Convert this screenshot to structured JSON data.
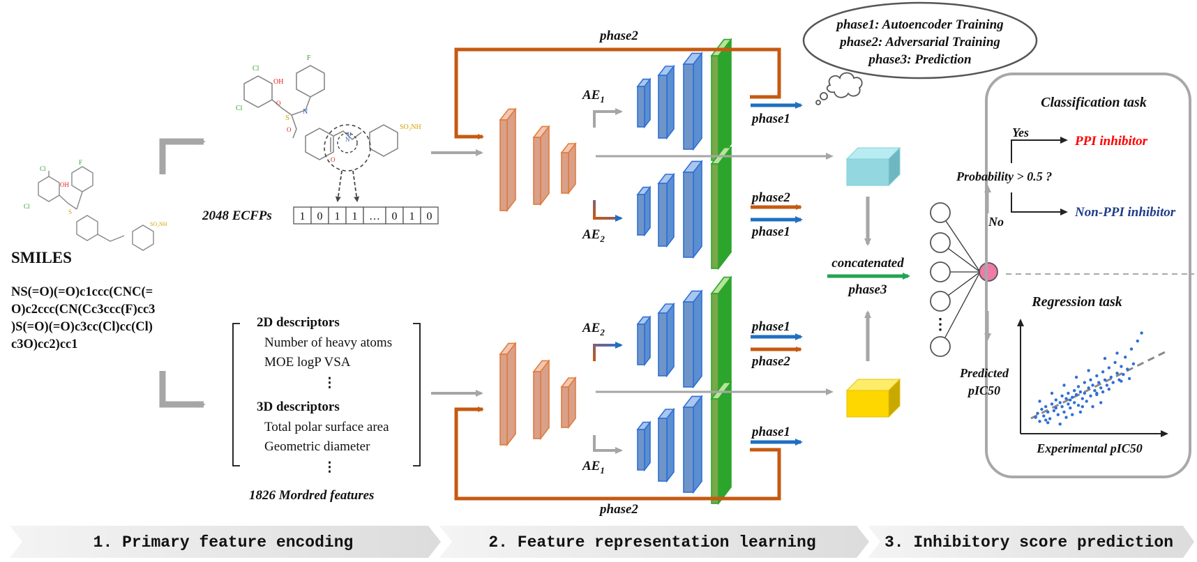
{
  "smiles": {
    "title": "SMILES",
    "lines": [
      "NS(=O)(=O)c1ccc(CNC(=",
      "O)c2ccc(CN(Cc3ccc(F)cc3",
      ")S(=O)(=O)c3cc(Cl)cc(Cl)",
      "c3O)cc2)cc1"
    ]
  },
  "molecule_atoms": {
    "cl": "Cl",
    "oh": "OH",
    "f": "F",
    "s": "S",
    "n": "N",
    "o": "O",
    "h": "H",
    "so2nh": "SO₂NH"
  },
  "ecfp": {
    "label": "2048 ECFPs",
    "bits": [
      "1",
      "0",
      "1",
      "1",
      "…",
      "0",
      "1",
      "0"
    ]
  },
  "descriptors": {
    "h2d": "2D descriptors",
    "items2d": [
      "Number of heavy atoms",
      "MOE logP VSA"
    ],
    "h3d": "3D descriptors",
    "items3d": [
      "Total polar surface area",
      "Geometric diameter"
    ],
    "dots": "⋮",
    "footer": "1826 Mordred features"
  },
  "ae": {
    "ae1": "AE",
    "ae2": "AE",
    "sub1": "1",
    "sub2": "2"
  },
  "phases": {
    "p1": "phase1",
    "p2": "phase2",
    "p3": "phase3"
  },
  "legend": [
    "phase1: Autoencoder Training",
    "phase2: Adversarial Training",
    "phase3: Prediction"
  ],
  "concat_label": "concatenated",
  "classification": {
    "title": "Classification task",
    "question": "Probability > 0.5 ?",
    "yes": "Yes",
    "no": "No",
    "pos": "PPI inhibitor",
    "neg": "Non-PPI inhibitor"
  },
  "regression": {
    "title": "Regression task",
    "predicted": [
      "Predicted",
      "pIC50"
    ],
    "xlabel": "Experimental pIC50",
    "ylabel": ""
  },
  "stages": [
    "1. Primary feature encoding",
    "2. Feature representation learning",
    "3. Inhibitory score prediction"
  ],
  "colors": {
    "orange": "#c55a11",
    "blue_arrow": "#1f6fc0",
    "green_arrow": "#21a550",
    "gray": "#a6a6a6",
    "red_text": "#ff0000",
    "navy_text": "#1f3c88",
    "scatter": "#2f6fd6",
    "node_pink": "#f07aa8"
  },
  "scatter_points": [
    [
      4.0,
      4.2
    ],
    [
      4.1,
      4.5
    ],
    [
      4.2,
      3.9
    ],
    [
      4.3,
      4.8
    ],
    [
      4.4,
      4.3
    ],
    [
      4.5,
      5.0
    ],
    [
      4.6,
      4.6
    ],
    [
      4.7,
      4.1
    ],
    [
      4.8,
      5.2
    ],
    [
      4.9,
      4.7
    ],
    [
      5.0,
      5.5
    ],
    [
      5.0,
      4.9
    ],
    [
      5.1,
      4.4
    ],
    [
      5.2,
      5.3
    ],
    [
      5.3,
      5.8
    ],
    [
      5.3,
      5.0
    ],
    [
      5.4,
      4.6
    ],
    [
      5.5,
      5.6
    ],
    [
      5.6,
      5.2
    ],
    [
      5.6,
      6.0
    ],
    [
      5.7,
      4.9
    ],
    [
      5.8,
      5.7
    ],
    [
      5.9,
      6.2
    ],
    [
      5.9,
      5.3
    ],
    [
      6.0,
      5.9
    ],
    [
      6.1,
      6.5
    ],
    [
      6.1,
      5.1
    ],
    [
      6.2,
      6.1
    ],
    [
      6.3,
      5.6
    ],
    [
      6.4,
      6.8
    ],
    [
      6.4,
      6.0
    ],
    [
      6.5,
      5.4
    ],
    [
      6.6,
      6.4
    ],
    [
      6.7,
      7.0
    ],
    [
      6.7,
      5.8
    ],
    [
      6.8,
      6.6
    ],
    [
      6.9,
      6.2
    ],
    [
      7.0,
      7.3
    ],
    [
      7.0,
      5.9
    ],
    [
      7.1,
      6.8
    ],
    [
      7.2,
      6.4
    ],
    [
      7.3,
      7.6
    ],
    [
      7.3,
      6.1
    ],
    [
      7.4,
      7.0
    ],
    [
      7.5,
      6.6
    ],
    [
      7.6,
      7.9
    ],
    [
      7.7,
      7.2
    ],
    [
      7.8,
      6.8
    ],
    [
      7.9,
      8.3
    ],
    [
      8.0,
      7.5
    ],
    [
      8.1,
      7.0
    ],
    [
      8.2,
      8.0
    ],
    [
      8.3,
      7.4
    ],
    [
      8.4,
      8.7
    ],
    [
      8.5,
      7.8
    ],
    [
      8.6,
      7.1
    ],
    [
      8.7,
      9.3
    ],
    [
      8.8,
      8.2
    ],
    [
      9.0,
      9.9
    ],
    [
      9.2,
      10.5
    ],
    [
      4.6,
      3.8
    ],
    [
      5.2,
      3.7
    ],
    [
      5.8,
      4.4
    ],
    [
      6.2,
      4.6
    ],
    [
      6.8,
      5.0
    ],
    [
      7.2,
      5.3
    ],
    [
      4.2,
      5.4
    ],
    [
      4.8,
      6.0
    ],
    [
      5.4,
      6.6
    ],
    [
      6.0,
      7.2
    ],
    [
      6.6,
      7.7
    ],
    [
      7.4,
      8.6
    ],
    [
      8.0,
      9.0
    ],
    [
      5.5,
      4.2
    ],
    [
      6.3,
      5.0
    ],
    [
      7.0,
      6.0
    ],
    [
      7.6,
      6.3
    ],
    [
      8.2,
      6.9
    ],
    [
      4.5,
      4.0
    ],
    [
      5.7,
      5.5
    ]
  ]
}
